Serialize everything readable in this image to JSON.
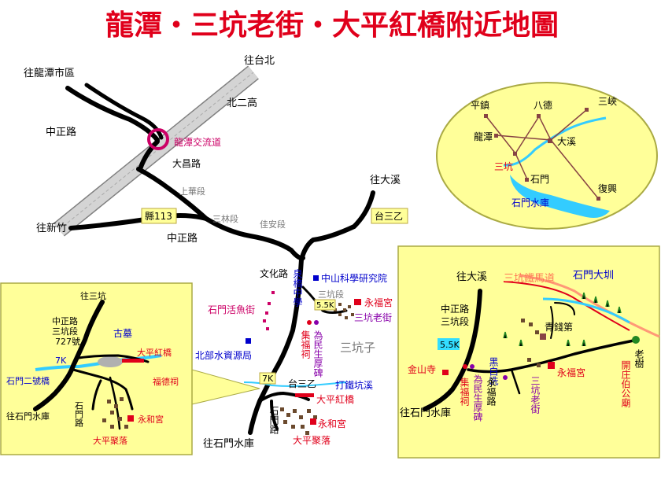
{
  "title": "龍潭・三坑老街・大平紅橋附近地圖",
  "colors": {
    "title": "#e0001b",
    "road": "#000000",
    "highway": "#c0c0c0",
    "inset_bg": "#ffff99",
    "water": "#33ccff",
    "red_label": "#e0001b",
    "blue_label": "#0000cc",
    "purple_label": "#8800aa",
    "magenta_label": "#cc0066",
    "gray_label": "#777777"
  },
  "main_map": {
    "labels": {
      "to_longtan_city": "往龍潭市區",
      "to_taipei": "往台北",
      "north_2nd_freeway": "北二高",
      "zhongzheng_rd_top": "中正路",
      "longtan_interchange": "龍潭交流道",
      "dachang_rd": "大昌路",
      "shanghua_section": "上華段",
      "county_113": "縣113",
      "sanlin_section": "三林段",
      "jiaan_section": "佳安段",
      "to_daxi": "往大溪",
      "tai_3b": "台三乙",
      "to_hsinchu": "往新竹",
      "zhongzheng_rd_bottom": "中正路",
      "wenhua_rd": "文化路",
      "quanqiao_middle_school": "泉橋中學",
      "zhongshan_institute": "中山科學研究院",
      "sankeng_section": "三坑段",
      "km_5_5": "5.5K",
      "yongfu_temple": "永福宮",
      "sankeng_old_street": "三坑老街",
      "shimen_fish_farm": "石門活魚街",
      "jifu_shrine": "集福祠",
      "weimin_monument": "為民生厚碑",
      "sankengzi": "三坑子",
      "northern_water_bureau": "北部水資源局",
      "km_7": "7K",
      "tai_3b_lower": "台三乙",
      "datie_stream": "打鐵坑溪",
      "daping_red_bridge": "大平紅橋",
      "shimen_rd": "石門路",
      "yonghe_temple": "永和宮",
      "to_shimen_reservoir": "往石門水庫",
      "daping_village": "大平聚落"
    }
  },
  "inset_region": {
    "labels": {
      "pingzhen": "平鎮",
      "bade": "八德",
      "sanxia": "三峽",
      "longtan": "龍潭",
      "daxi": "大溪",
      "sankeng": "三坑",
      "shimen": "石門",
      "fuxing": "復興",
      "shimen_reservoir": "石門水庫"
    }
  },
  "inset_daping": {
    "labels": {
      "to_sankeng": "往三坑",
      "zhongzheng_rd": "中正路",
      "sankeng_section": "三坑段",
      "no_727": "727號",
      "ancient_tomb": "古墓",
      "km_7": "7K",
      "daping_red_bridge": "大平紅橋",
      "shimen_no2_bridge": "石門二號橋",
      "fude_shrine": "福德祠",
      "to_shimen_reservoir": "往石門水庫",
      "shimen_rd": "石門路",
      "yonghe_temple": "永和宮",
      "daping_village": "大平聚落"
    }
  },
  "inset_sankeng": {
    "labels": {
      "to_daxi": "往大溪",
      "sankeng_railway": "三坑鐵馬道",
      "shimen_canal": "石門大圳",
      "zhongzheng_rd": "中正路",
      "sankeng_section": "三坑段",
      "qingqian_di": "青錢第",
      "km_5_5": "5.5K",
      "jinshan_temple": "金山寺",
      "heibai_xi": "黑白洗",
      "old_tree": "老樹",
      "kaizhuang_temple": "開庄伯公廟",
      "jifu_shrine": "集福祠",
      "weimin_monument": "為民生厚碑",
      "yongfu_rd": "永福路",
      "yongfu_temple": "永福宮",
      "sankeng_old_street": "三坑老街",
      "to_shimen_reservoir": "往石門水庫"
    }
  }
}
